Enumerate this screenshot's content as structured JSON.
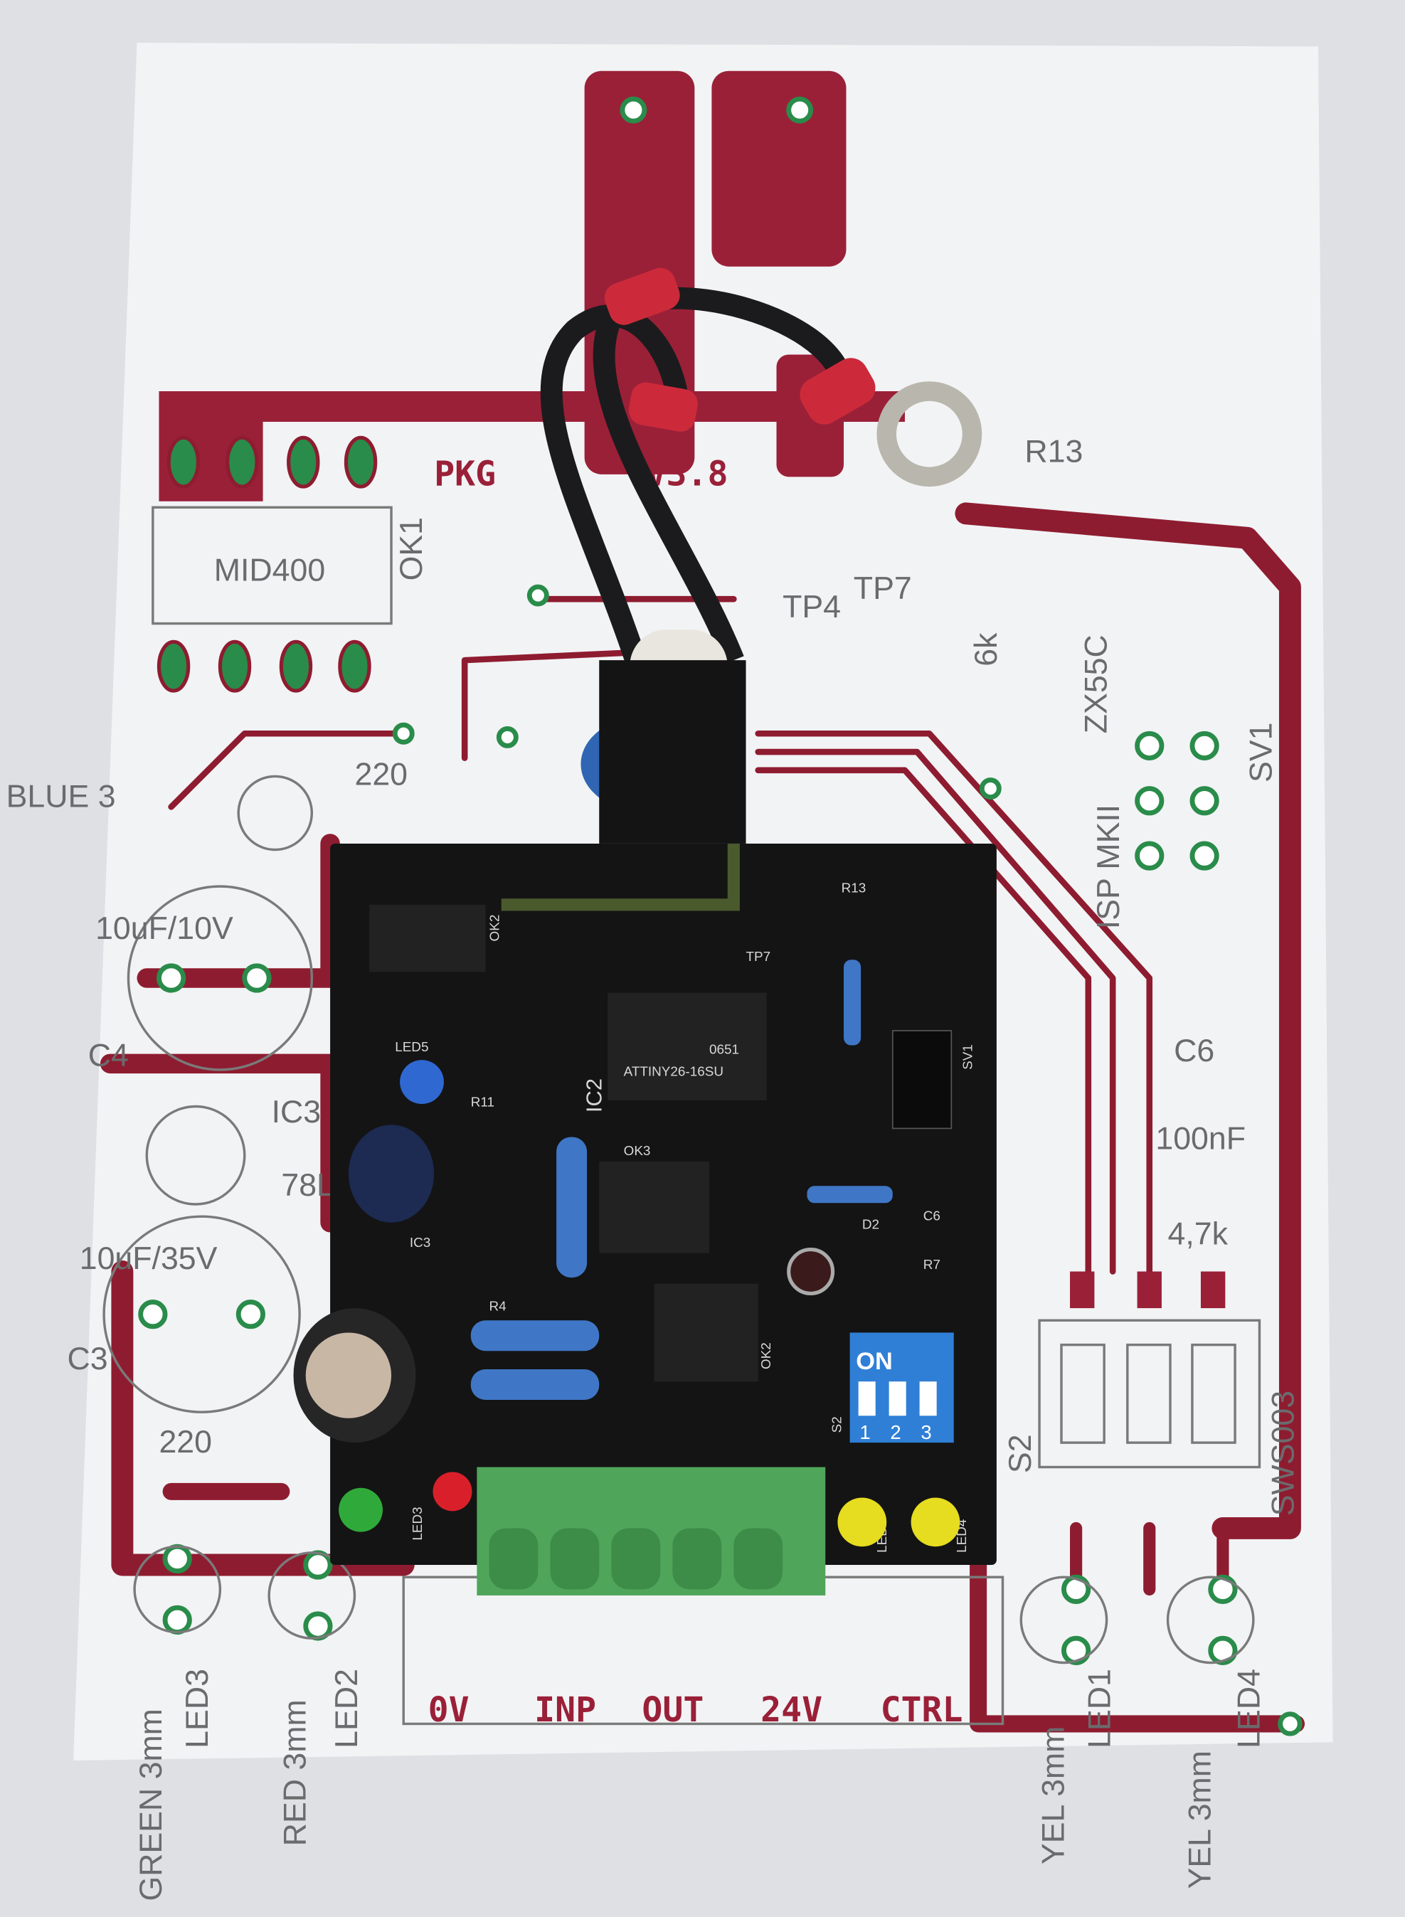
{
  "layout_print": {
    "board_title": "PKG",
    "board_version": "V3.8",
    "optocoupler": "MID400",
    "optocoupler_ref": "OK1",
    "r13": "R13",
    "tp4": "TP4",
    "tp7": "TP7",
    "blue_led": "BLUE 3",
    "r_220_top": "220",
    "cap_c4_value": "10uF/10V",
    "cap_c4": "C4",
    "ic3": "IC3",
    "ic3_value": "78L",
    "cap_c3_value": "10uF/35V",
    "cap_c3": "C3",
    "r_220_bottom": "220",
    "c6": "C6",
    "c6_value": "100nF",
    "r_4k7": "4,7k",
    "switch_part": "SWS003",
    "switch_ref": "S2",
    "isp": "ISP MKII",
    "sv1": "SV1",
    "zener": "ZX55C",
    "r_6k": "6k",
    "terminals": [
      "0V",
      "INP",
      "OUT",
      "24V",
      "CTRL"
    ],
    "led_labels": [
      {
        "type": "GREEN 3mm",
        "ref": "LED3"
      },
      {
        "type": "RED 3mm",
        "ref": "LED2"
      },
      {
        "type": "YEL 3mm",
        "ref": "LED1"
      },
      {
        "type": "YEL 3mm",
        "ref": "LED4"
      }
    ]
  },
  "board_silkscreen": {
    "mcu": "ATTINY26-16SU",
    "mcu_code": "0651",
    "ic2": "IC2",
    "ok3": "OK3",
    "ok2": "OK2",
    "ok2b": "OK2",
    "led5": "LED5",
    "r11": "R11",
    "ic3": "IC3",
    "r4": "R4",
    "r13": "R13",
    "tp7": "TP7",
    "sv1": "SV1",
    "d2": "D2",
    "c6": "C6",
    "r7": "R7",
    "s2": "S2",
    "led1": "LED1",
    "led4": "LED4",
    "led3": "LED3",
    "dip_on": "ON",
    "dip_numbers": [
      "1",
      "2",
      "3"
    ]
  },
  "colors": {
    "paper": "#f1f2f4",
    "trace": "#8e1c30",
    "pad": "#2a8c4a",
    "board": "#141414",
    "dip": "#2f7fd6",
    "terminal": "#4fa55a"
  }
}
